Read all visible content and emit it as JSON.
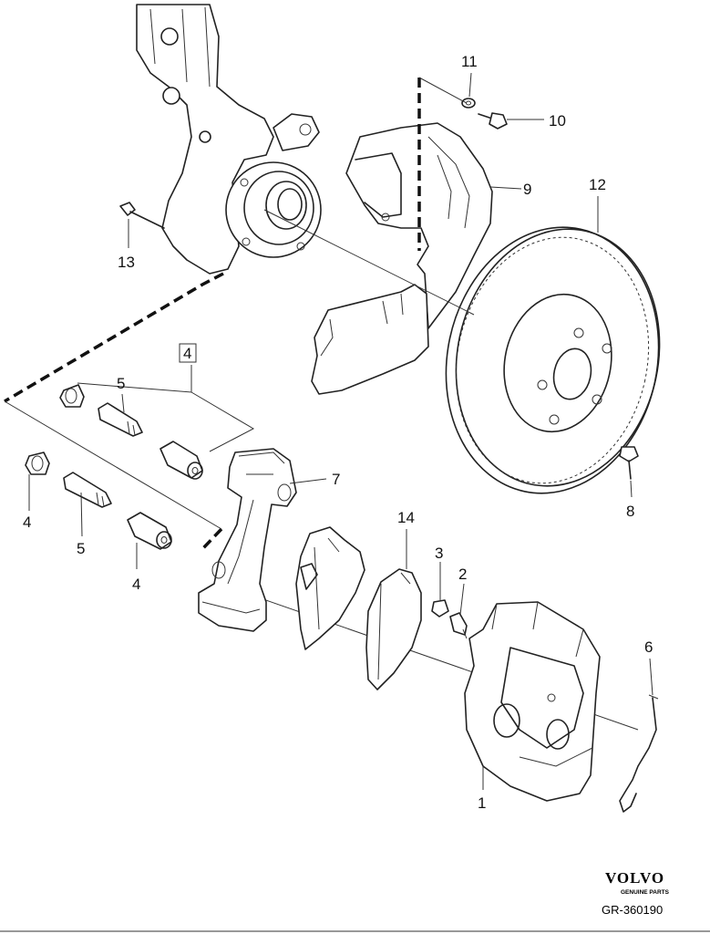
{
  "diagram": {
    "callouts": {
      "c1": "1",
      "c2": "2",
      "c3": "3",
      "c4_box": "4",
      "c4_left": "4",
      "c4_bottom": "4",
      "c5_upper": "5",
      "c5_lower": "5",
      "c6": "6",
      "c7": "7",
      "c8": "8",
      "c9": "9",
      "c10": "10",
      "c11": "11",
      "c12": "12",
      "c13": "13",
      "c14": "14"
    },
    "brand": {
      "logo_text": "VOLVO",
      "tagline": "GENUINE PARTS"
    },
    "reference": "GR-360190"
  }
}
